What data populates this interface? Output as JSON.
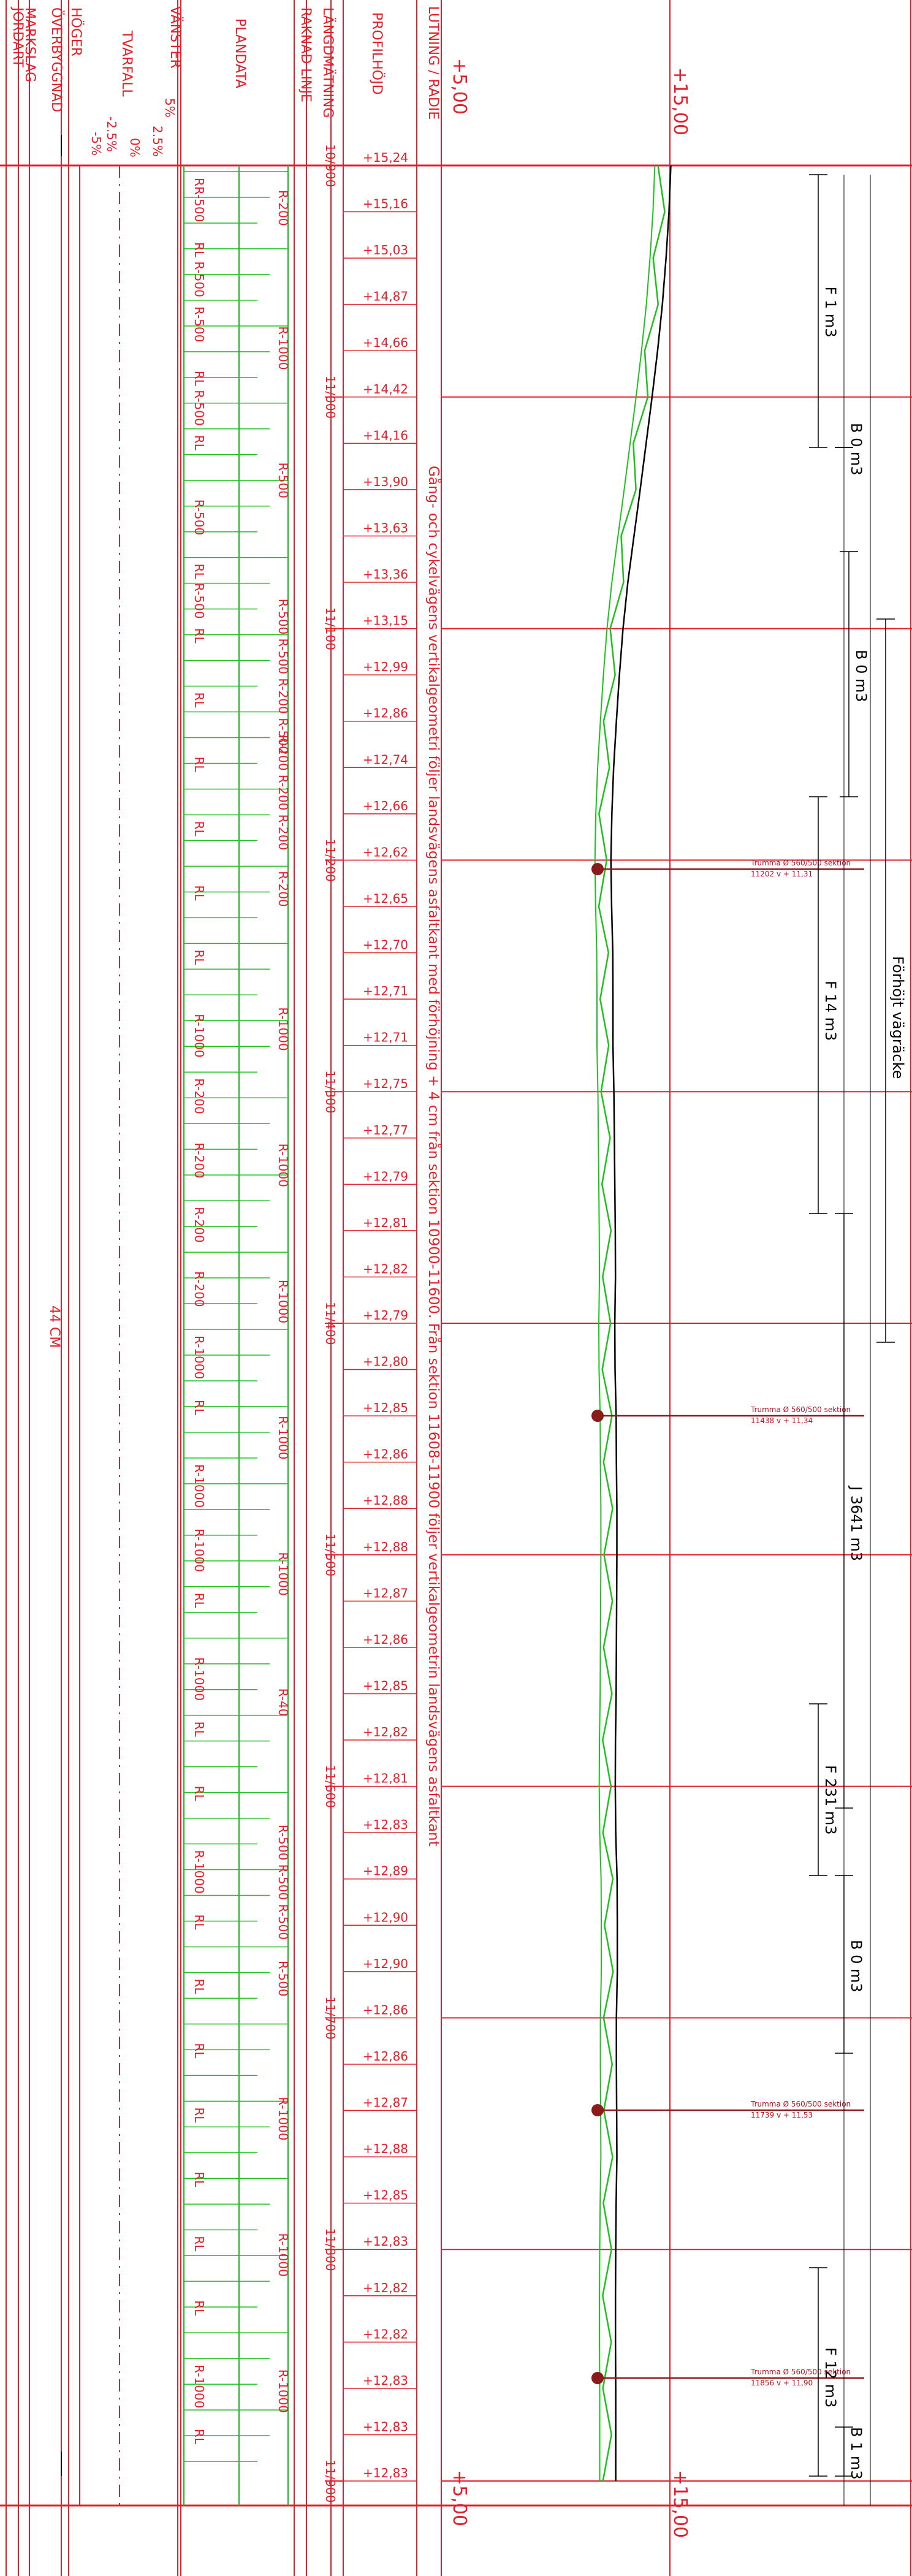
{
  "header": {
    "columns": [
      "JORDART",
      "MARKSLAG",
      "ÖVERBYGGNAD",
      "HÖGER",
      "TVARFALL",
      "VÄNSTER",
      "PLANDATA",
      "RAKNAD LINJE",
      "LÄNGDMÄTNING",
      "PROFILHÖJD",
      "LUTNING / RADIE"
    ],
    "crossfall_percents": [
      "5%",
      "2.5%",
      "0%",
      "-2.5%",
      "-5%"
    ]
  },
  "profile": {
    "stations": [
      "10/900",
      "11/000",
      "11/100",
      "11/200",
      "11/300",
      "11/400",
      "11/500",
      "11/600",
      "11/700",
      "11/800",
      "11/900"
    ],
    "heights": [
      "+15,24",
      "+15,16",
      "+15,03",
      "+14,87",
      "+14,66",
      "+14,42",
      "+14,16",
      "+13,90",
      "+13,63",
      "+13,36",
      "+13,15",
      "+12,99",
      "+12,86",
      "+12,74",
      "+12,66",
      "+12,62",
      "+12,65",
      "+12,70",
      "+12,71",
      "+12,71",
      "+12,75",
      "+12,77",
      "+12,79",
      "+12,81",
      "+12,82",
      "+12,79",
      "+12,80",
      "+12,85",
      "+12,86",
      "+12,88",
      "+12,88",
      "+12,87",
      "+12,86",
      "+12,85",
      "+12,82",
      "+12,81",
      "+12,83",
      "+12,89",
      "+12,90",
      "+12,90",
      "+12,86",
      "+12,86",
      "+12,87",
      "+12,88",
      "+12,85",
      "+12,83",
      "+12,82",
      "+12,82",
      "+12,83",
      "+12,83",
      "+12,83"
    ],
    "elevation_labels": [
      "+5,00",
      "+15,00"
    ],
    "slope_note": "Gång- och cykelvägens vertikalgeometri följer landsvägens asfaltkant med förhöjning + 4 cm från sektion 10900-11600. Från sektion 11608-11900 följer vertikalgeometrin landsvägens asfaltkant"
  },
  "overbyggnad": "44 CM",
  "plan_labels": {
    "left": [
      "RR-500",
      "RL R-500",
      "R-500",
      "RL R-500",
      "RL",
      "R-500",
      "RL R-500",
      "RL",
      "RL",
      "RL",
      "RL",
      "RL",
      "RL",
      "R-1000",
      "R-200",
      "R-200",
      "R-200",
      "R-200",
      "R-1000",
      "RL",
      "R-1000",
      "R-1000",
      "RL",
      "R-1000",
      "RL",
      "RL",
      "R-1000",
      "RL",
      "RL",
      "RL",
      "RL",
      "RL",
      "RL",
      "RL",
      "R-1000",
      "RL"
    ],
    "right": [
      "R-200",
      "R-1000",
      "R-500",
      "R-500 R-500 R-200 R-500",
      "R-200 R-200 R-200",
      "R-200",
      "R-1000",
      "R-1000",
      "R-1000",
      "R-1000",
      "R-1000",
      "R-40",
      "R-500 R-500 R-500",
      "R-500",
      "R-1000",
      "R-1000",
      "R-1000"
    ]
  },
  "culverts": [
    {
      "label": "Trumma Ø 560/500 sektion",
      "sub": "11202 v + 11,31"
    },
    {
      "label": "Trumma Ø 560/500 sektion",
      "sub": "11438 v + 11,34"
    },
    {
      "label": "Trumma Ø 560/500 sektion",
      "sub": "11739 v + 11,53"
    },
    {
      "label": "Trumma Ø 560/500 sektion",
      "sub": "11856 v + 11,90"
    }
  ],
  "volumes": [
    {
      "label": "F 1 m3"
    },
    {
      "label": "B 0 m3"
    },
    {
      "label": "B 0 m3"
    },
    {
      "label": "F 14 m3"
    },
    {
      "label": "Förhöjt vägräcke"
    },
    {
      "label": "J 3641 m3"
    },
    {
      "label": "F 231 m3"
    },
    {
      "label": "B 0 m3"
    },
    {
      "label": "F 12 m3"
    },
    {
      "label": "B 1 m3"
    }
  ],
  "colors": {
    "red": "#e0202a",
    "green": "#1fbf1f",
    "black": "#000000",
    "marker": "#8b1a1a"
  }
}
